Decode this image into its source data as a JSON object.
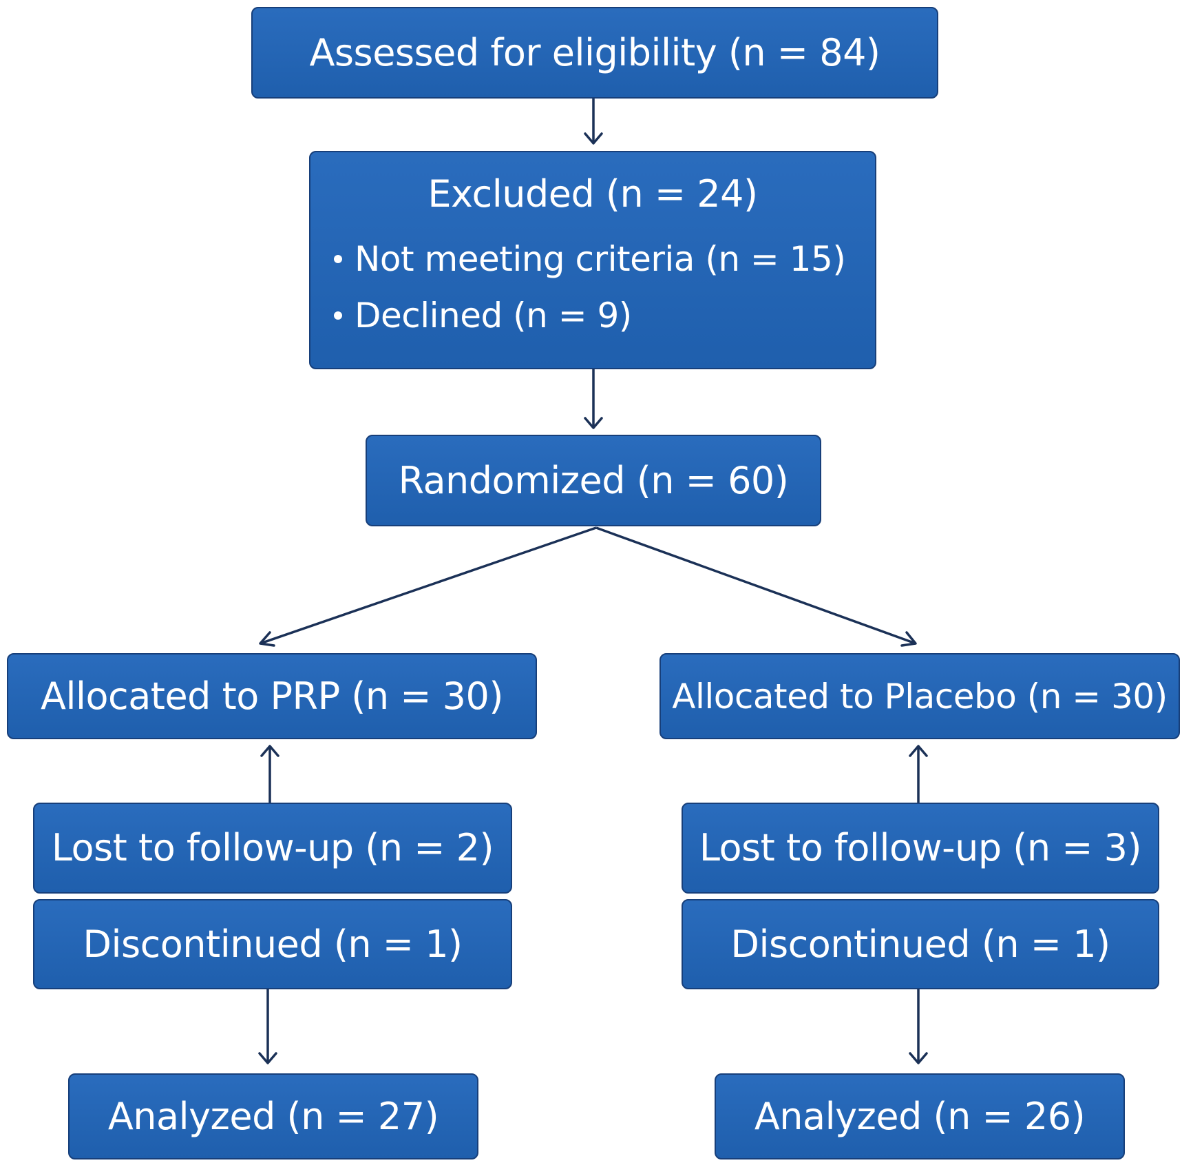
{
  "flow": {
    "assessed": "Assessed for eligibility (n = 84)",
    "excluded": {
      "title": "Excluded (n = 24)",
      "items": [
        "Not meeting criteria (n = 15)",
        "Declined (n = 9)"
      ]
    },
    "randomized": "Randomized (n = 60)",
    "prp": {
      "allocated": "Allocated to PRP (n = 30)",
      "lost": "Lost to follow-up (n = 2)",
      "discontinued": "Discontinued (n = 1)",
      "analyzed": "Analyzed (n = 27)"
    },
    "placebo": {
      "allocated": "Allocated to Placebo (n = 30)",
      "lost": "Lost to follow-up (n = 3)",
      "discontinued": "Discontinued (n = 1)",
      "analyzed": "Analyzed (n = 26)"
    }
  },
  "colors": {
    "box_fill": "#2365b4",
    "box_border": "#173f7a",
    "arrow": "#1b3157",
    "text": "#ffffff"
  }
}
